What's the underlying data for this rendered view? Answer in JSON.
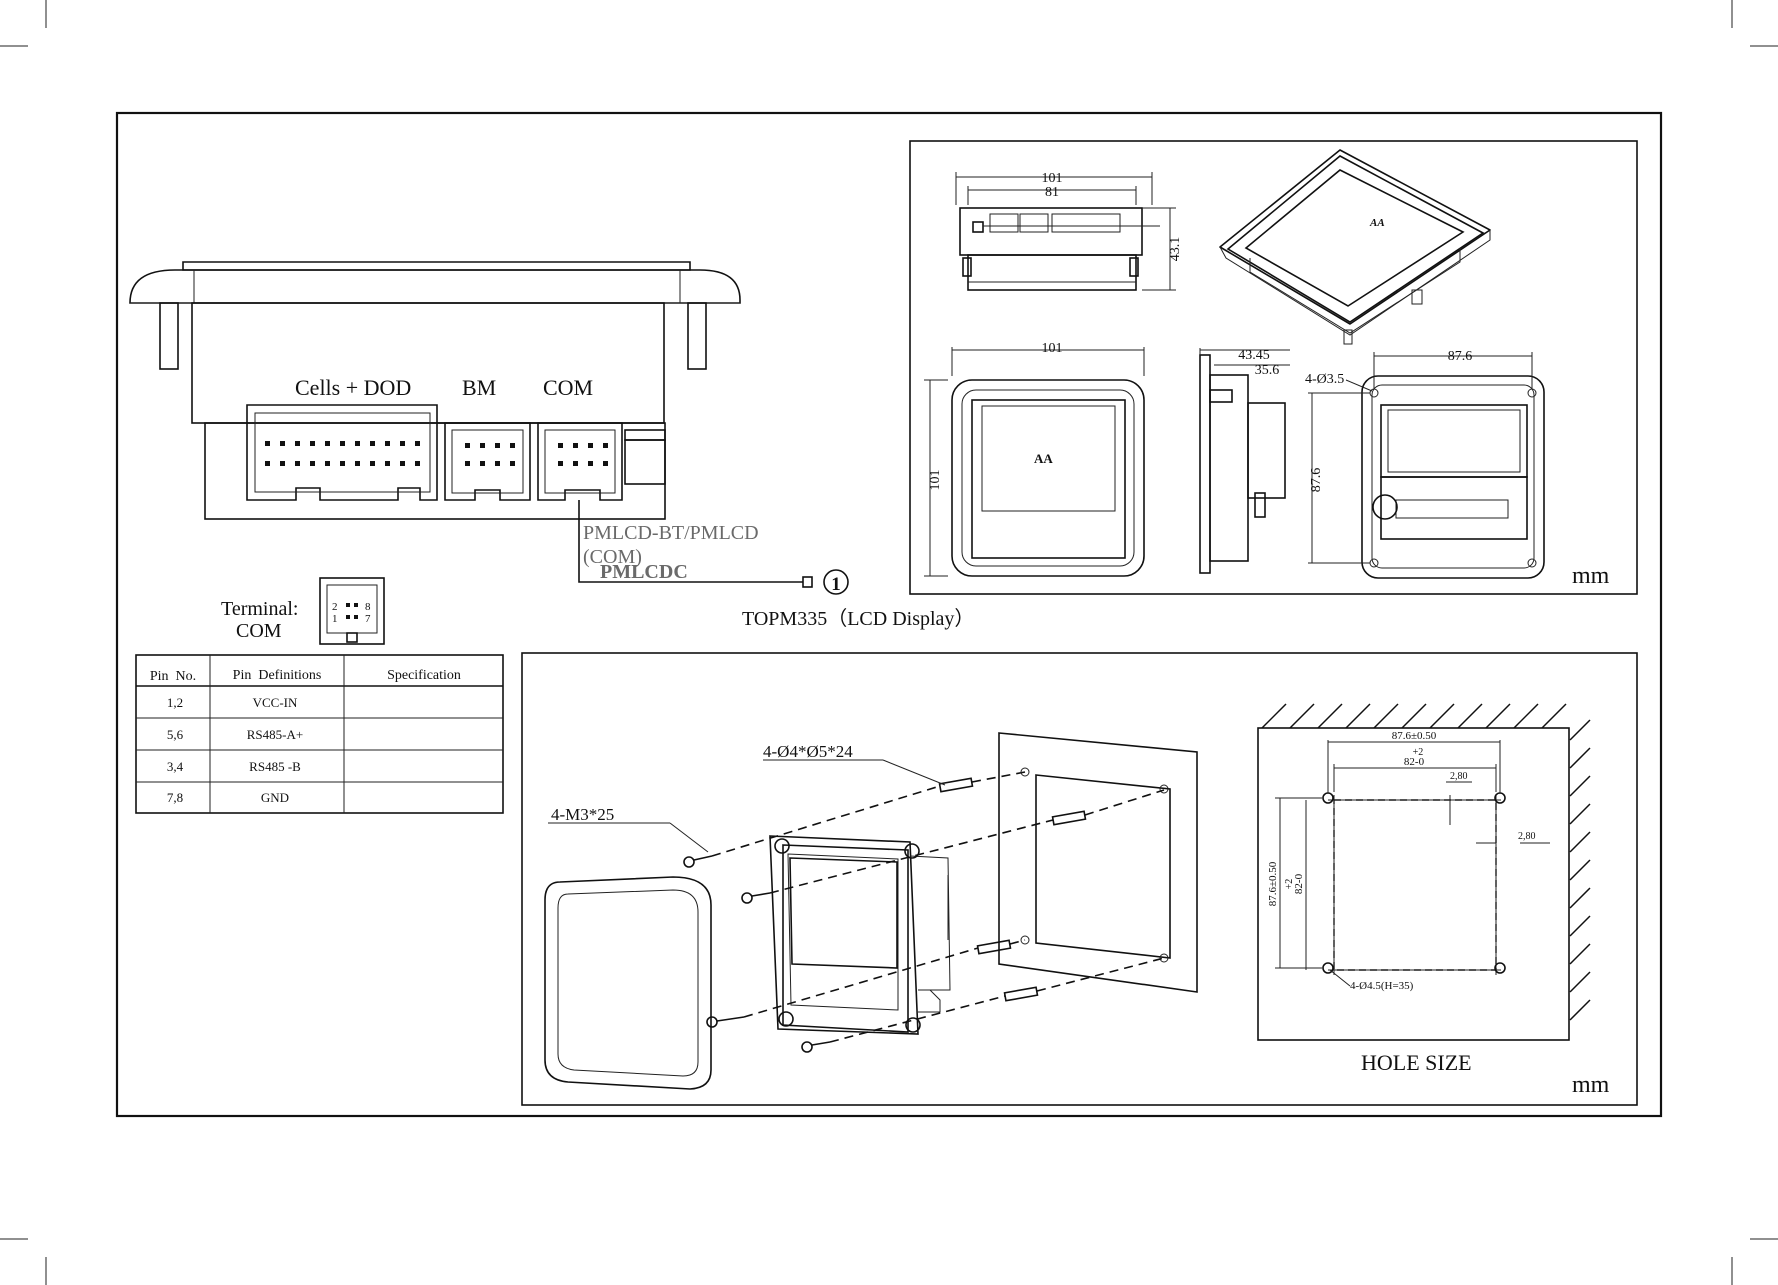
{
  "left_panel": {
    "port_labels": [
      "Cells + DOD",
      "BM",
      "COM"
    ],
    "cable_label_line1": "PMLCD-BT/PMLCD",
    "cable_label_line2": "(COM)",
    "cable_label_sub": "PMLCDC",
    "callout_number": "1",
    "device_caption": "TOPM335（LCD Display）",
    "terminal_label_line1": "Terminal:",
    "terminal_label_line2": "COM",
    "terminal_pins": [
      "2",
      "1",
      "8",
      "7"
    ]
  },
  "pin_table": {
    "headers": [
      "Pin  No.",
      "Pin  Definitions",
      "Specification"
    ],
    "rows": [
      [
        "1,2",
        "VCC-IN",
        ""
      ],
      [
        "5,6",
        "RS485-A+",
        ""
      ],
      [
        "3,4",
        "RS485 -B",
        ""
      ],
      [
        "7,8",
        "GND",
        ""
      ]
    ]
  },
  "dimension_panel": {
    "top_view_width": "101",
    "top_view_inner": "81",
    "top_view_height": "43.1",
    "front_width": "101",
    "front_height": "101",
    "screen_logo": "AA",
    "side_depth": "43.45",
    "side_inner": "35.6",
    "rear_width": "87.6",
    "rear_height": "87.6",
    "rear_holes": "4-Ø3.5",
    "unit": "mm"
  },
  "install_panel": {
    "screw_label": "4-M3*25",
    "anchor_label": "4-Ø4*Ø5*24",
    "hole_width": "87.6±0.50",
    "hole_inner_tol": "+2",
    "hole_inner": "82-0",
    "hole_height": "87.6±0.50",
    "hole_inner_v_tol": "+2",
    "hole_inner_v": "82-0",
    "offset_1": "2,80",
    "offset_2": "2,80",
    "mount_holes": "4-Ø4.5(H=35)",
    "caption": "HOLE SIZE",
    "unit": "mm"
  }
}
